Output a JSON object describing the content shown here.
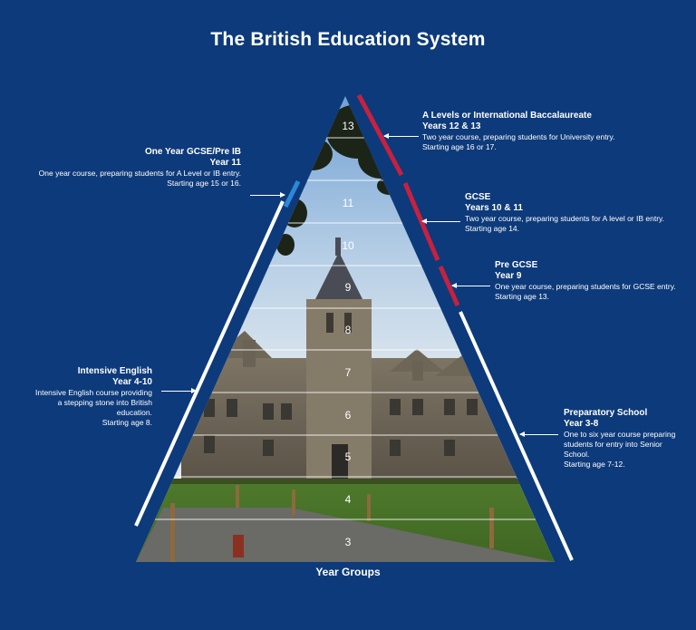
{
  "title": "The British Education System",
  "footer": "Year Groups",
  "year_levels": [
    "3",
    "4",
    "5",
    "6",
    "7",
    "8",
    "9",
    "10",
    "11",
    "13"
  ],
  "annotations": {
    "a_levels": {
      "heading": "A Levels or International Baccalaureate",
      "years": "Years 12 & 13",
      "desc1": "Two year course, preparing students for University entry.",
      "desc2": "Starting age 16 or 17."
    },
    "one_year_gcse": {
      "heading": "One Year GCSE/Pre IB",
      "years": "Year 11",
      "desc1": "One year course, preparing students for A Level or IB entry.",
      "desc2": "Starting age 15 or 16."
    },
    "gcse": {
      "heading": "GCSE",
      "years": "Years 10 & 11",
      "desc1": "Two year course, preparing students for A level or IB entry.",
      "desc2": "Starting age 14."
    },
    "pre_gcse": {
      "heading": "Pre GCSE",
      "years": "Year 9",
      "desc1": "One year course, preparing students for GCSE entry.",
      "desc2": "Starting age 13."
    },
    "intensive_english": {
      "heading": "Intensive English",
      "years": "Year 4-10",
      "desc1": "Intensive English course providing",
      "desc2": "a stepping stone into British",
      "desc3": "education.",
      "desc4": "Starting age 8."
    },
    "preparatory": {
      "heading": "Preparatory School",
      "years": "Year 3-8",
      "desc1": "One to six year course preparing",
      "desc2": "students for entry into Senior",
      "desc3": "School.",
      "desc4": "Starting age 7-12."
    }
  },
  "colors": {
    "background": "#0d3a7a",
    "red_bar": "#c8203f",
    "blue_bar": "#2e86d6",
    "white_bar": "#ffffff"
  }
}
